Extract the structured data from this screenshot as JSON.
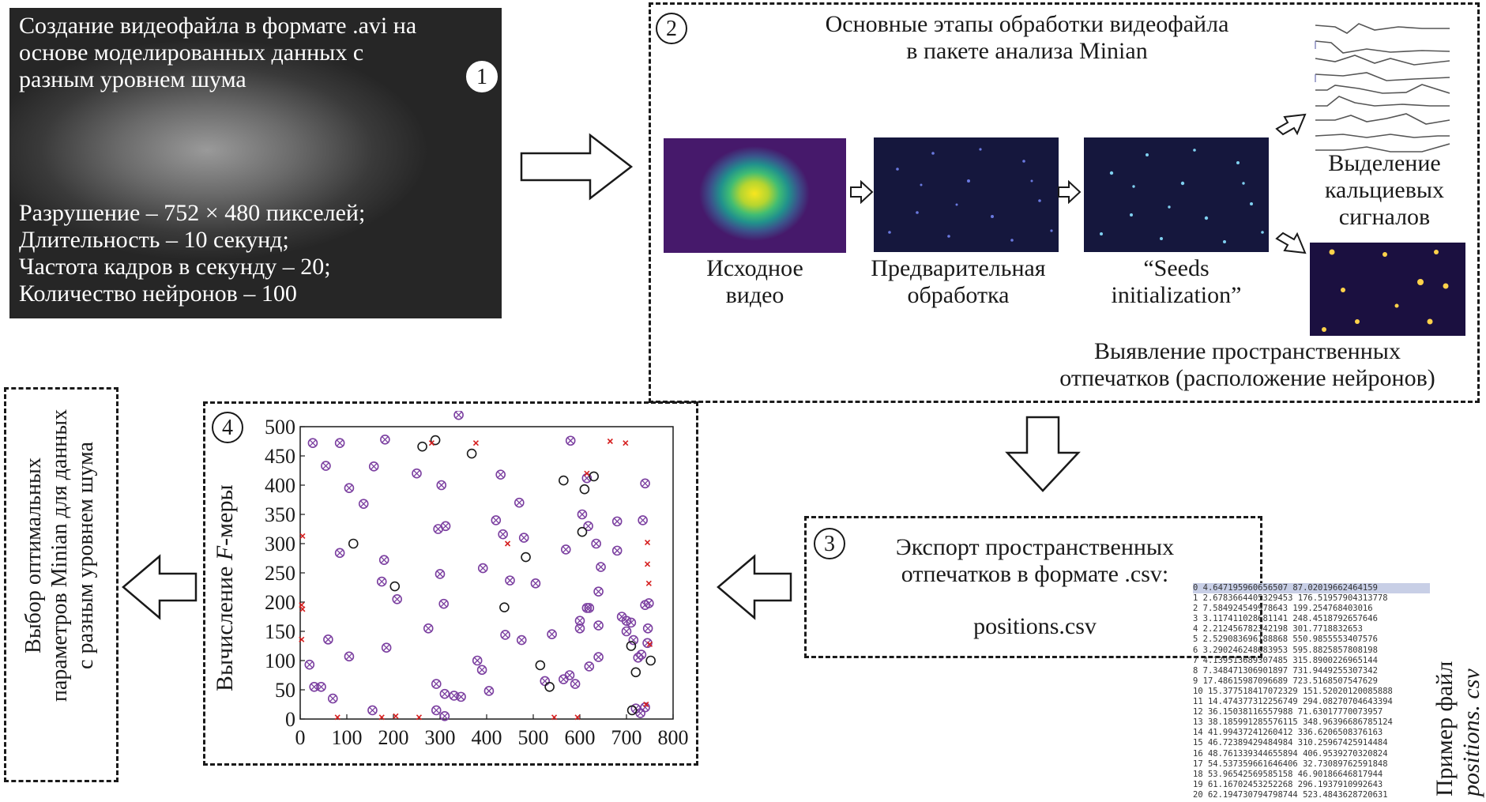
{
  "block1": {
    "number": "1",
    "title_lines": [
      "Создание видеофайла в формате .avi на",
      "основе моделированных данных с",
      "разным уровнем шума"
    ],
    "spec_lines": [
      "Разрушение – 752 × 480 пикселей;",
      "Длительность – 10 секунд;",
      "Частота кадров в секунду – 20;",
      "Количество нейронов – 100"
    ]
  },
  "block2": {
    "number": "2",
    "title_lines": [
      "Основные этапы обработки видеофайла",
      "в пакете анализа Minian"
    ],
    "stages": [
      {
        "lines": [
          "Исходное",
          "видео"
        ]
      },
      {
        "lines": [
          "Предварительная",
          "обработка"
        ]
      },
      {
        "lines": [
          "“Seeds",
          "initialization”"
        ]
      }
    ],
    "calcium_lines": [
      "Выделение",
      "кальциевых",
      "сигналов"
    ],
    "footprints_lines": [
      "Выявление пространственных",
      "отпечатков (расположение нейронов)"
    ]
  },
  "block3": {
    "number": "3",
    "lines": [
      "Экспорт пространственных",
      "отпечатков  в  формате .csv:"
    ],
    "filename": "positions.csv"
  },
  "block4": {
    "number": "4",
    "ylabel_prefix": "Вычисление ",
    "ylabel_italic": "F",
    "ylabel_suffix": "-меры"
  },
  "result": {
    "lines": [
      "Выбор оптимальных",
      "параметров Minian для данных",
      "с разным уровнем шума"
    ]
  },
  "csv_caption": {
    "line1": "Пример файл",
    "line2": "positions. csv"
  },
  "csv_rows": [
    "0 4.647195960656507 87.02019662464159",
    "1 2.6783664405329453 176.51957904313778",
    "2 7.584924549978643 199.254768403016",
    "3 3.117411028681141 248.4518792657646",
    "4 2.212456782342198 301.7718832653",
    "5 2.529083696188868 550.9855553407576",
    "6 3.290246248683953 595.8825857808198",
    "7 4.139513689307485 315.8900226965144",
    "8 7.348471306901897 731.9449255307342",
    "9 17.48615987096689 723.5168507547629",
    "10 15.377518417072329 151.52020120085888",
    "11 14.474377312256749 294.08270704643394",
    "12 36.15038116557988 71.63017770073957",
    "13 38.185991285576115 348.96396686785124",
    "14 41.99437241260412 336.6206508376163",
    "15 46.72389429484984 310.25967425914484",
    "16 48.761339344655894 406.9539270320824",
    "17 54.537359661646406 32.73089762591848",
    "18 53.96542569585158 46.90186646817944",
    "19 61.16702453252268 296.1937910992643",
    "20 62.194730794798744 523.4843628720631"
  ],
  "chart_data": {
    "type": "scatter",
    "title": "",
    "xlabel": "",
    "ylabel": "Вычисление F-меры",
    "xlim": [
      0,
      800
    ],
    "ylim": [
      0,
      500
    ],
    "xticks": [
      0,
      100,
      200,
      300,
      400,
      500,
      600,
      700,
      800
    ],
    "yticks": [
      0,
      50,
      100,
      150,
      200,
      250,
      300,
      350,
      400,
      450,
      500
    ],
    "grid": false,
    "series": [
      {
        "marker": "circle-x",
        "color": "#7b3fa0",
        "points": [
          [
            27,
            472
          ],
          [
            85,
            472
          ],
          [
            182,
            478
          ],
          [
            55,
            433
          ],
          [
            158,
            432
          ],
          [
            250,
            420
          ],
          [
            105,
            395
          ],
          [
            136,
            368
          ],
          [
            303,
            400
          ],
          [
            340,
            520
          ],
          [
            85,
            284
          ],
          [
            180,
            272
          ],
          [
            208,
            205
          ],
          [
            296,
            325
          ],
          [
            312,
            330
          ],
          [
            300,
            248
          ],
          [
            308,
            197
          ],
          [
            175,
            235
          ],
          [
            185,
            122
          ],
          [
            105,
            107
          ],
          [
            60,
            136
          ],
          [
            20,
            93
          ],
          [
            30,
            55
          ],
          [
            45,
            55
          ],
          [
            70,
            35
          ],
          [
            155,
            15
          ],
          [
            275,
            155
          ],
          [
            292,
            60
          ],
          [
            310,
            43
          ],
          [
            330,
            40
          ],
          [
            345,
            38
          ],
          [
            292,
            15
          ],
          [
            310,
            5
          ],
          [
            430,
            418
          ],
          [
            392,
            258
          ],
          [
            470,
            370
          ],
          [
            480,
            310
          ],
          [
            420,
            340
          ],
          [
            435,
            316
          ],
          [
            450,
            237
          ],
          [
            505,
            232
          ],
          [
            440,
            144
          ],
          [
            475,
            135
          ],
          [
            380,
            100
          ],
          [
            390,
            84
          ],
          [
            405,
            48
          ],
          [
            525,
            65
          ],
          [
            540,
            145
          ],
          [
            570,
            290
          ],
          [
            580,
            476
          ],
          [
            605,
            350
          ],
          [
            615,
            412
          ],
          [
            618,
            330
          ],
          [
            620,
            190
          ],
          [
            600,
            168
          ],
          [
            615,
            190
          ],
          [
            635,
            300
          ],
          [
            645,
            260
          ],
          [
            640,
            218
          ],
          [
            640,
            160
          ],
          [
            640,
            106
          ],
          [
            620,
            90
          ],
          [
            600,
            155
          ],
          [
            578,
            75
          ],
          [
            590,
            60
          ],
          [
            565,
            68
          ],
          [
            680,
            338
          ],
          [
            680,
            288
          ],
          [
            690,
            175
          ],
          [
            700,
            168
          ],
          [
            710,
            165
          ],
          [
            700,
            150
          ],
          [
            715,
            135
          ],
          [
            725,
            105
          ],
          [
            732,
            110
          ],
          [
            730,
            10
          ],
          [
            720,
            18
          ],
          [
            735,
            340
          ],
          [
            740,
            403
          ],
          [
            740,
            195
          ],
          [
            748,
            198
          ],
          [
            746,
            155
          ],
          [
            745,
            130
          ],
          [
            740,
            20
          ]
        ]
      },
      {
        "marker": "circle",
        "color": "#1a1a1a",
        "points": [
          [
            262,
            466
          ],
          [
            290,
            477
          ],
          [
            368,
            454
          ],
          [
            114,
            300
          ],
          [
            203,
            227
          ],
          [
            438,
            191
          ],
          [
            484,
            277
          ],
          [
            565,
            408
          ],
          [
            610,
            393
          ],
          [
            630,
            415
          ],
          [
            605,
            320
          ],
          [
            515,
            92
          ],
          [
            535,
            55
          ],
          [
            710,
            125
          ],
          [
            720,
            80
          ],
          [
            712,
            15
          ],
          [
            752,
            100
          ]
        ]
      },
      {
        "marker": "x",
        "color": "#d62020",
        "points": [
          [
            5,
            313
          ],
          [
            3,
            195
          ],
          [
            5,
            188
          ],
          [
            3,
            136
          ],
          [
            80,
            3
          ],
          [
            175,
            3
          ],
          [
            205,
            5
          ],
          [
            255,
            3
          ],
          [
            282,
            472
          ],
          [
            377,
            472
          ],
          [
            445,
            300
          ],
          [
            545,
            3
          ],
          [
            595,
            3
          ],
          [
            615,
            420
          ],
          [
            665,
            475
          ],
          [
            698,
            472
          ],
          [
            745,
            302
          ],
          [
            745,
            265
          ],
          [
            748,
            232
          ],
          [
            750,
            128
          ],
          [
            742,
            25
          ]
        ]
      }
    ]
  }
}
